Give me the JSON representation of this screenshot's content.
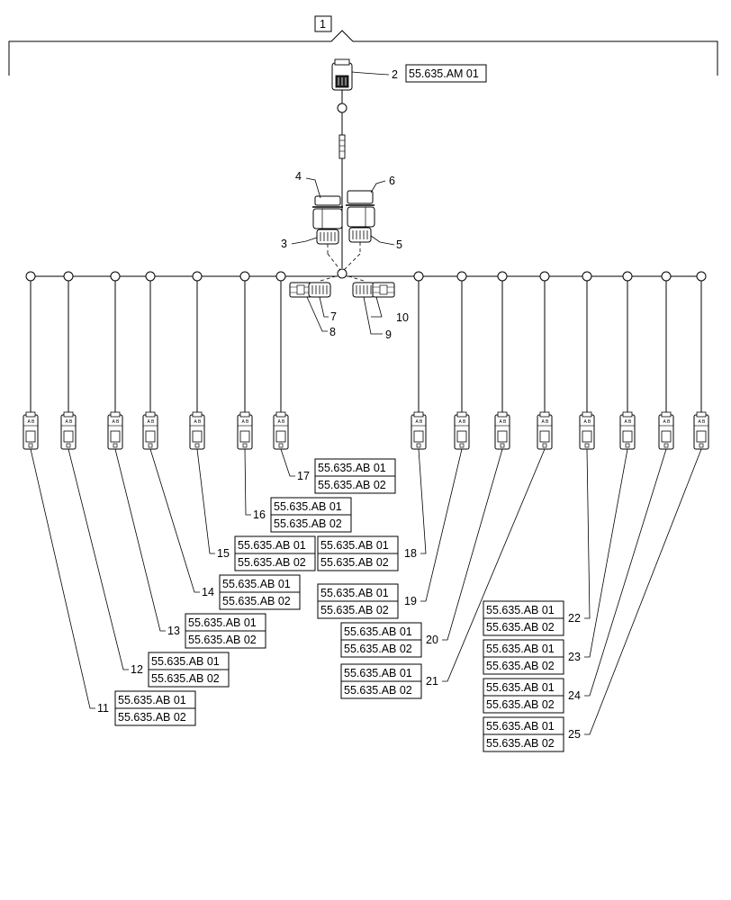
{
  "assembly": {
    "item": "1"
  },
  "main_connector": {
    "item": "2",
    "ref": "55.635.AM 01"
  },
  "connectors": [
    {
      "item": "3"
    },
    {
      "item": "4"
    },
    {
      "item": "5"
    },
    {
      "item": "6"
    },
    {
      "item": "7"
    },
    {
      "item": "8"
    },
    {
      "item": "9"
    },
    {
      "item": "10"
    }
  ],
  "branches": [
    {
      "item": "11",
      "refs": [
        "55.635.AB 01",
        "55.635.AB 02"
      ]
    },
    {
      "item": "12",
      "refs": [
        "55.635.AB 01",
        "55.635.AB 02"
      ]
    },
    {
      "item": "13",
      "refs": [
        "55.635.AB 01",
        "55.635.AB 02"
      ]
    },
    {
      "item": "14",
      "refs": [
        "55.635.AB 01",
        "55.635.AB 02"
      ]
    },
    {
      "item": "15",
      "refs": [
        "55.635.AB 01",
        "55.635.AB 02"
      ]
    },
    {
      "item": "16",
      "refs": [
        "55.635.AB 01",
        "55.635.AB 02"
      ]
    },
    {
      "item": "17",
      "refs": [
        "55.635.AB 01",
        "55.635.AB 02"
      ]
    },
    {
      "item": "18",
      "refs": [
        "55.635.AB 01",
        "55.635.AB 02"
      ]
    },
    {
      "item": "19",
      "refs": [
        "55.635.AB 01",
        "55.635.AB 02"
      ]
    },
    {
      "item": "20",
      "refs": [
        "55.635.AB 01",
        "55.635.AB 02"
      ]
    },
    {
      "item": "21",
      "refs": [
        "55.635.AB 01",
        "55.635.AB 02"
      ]
    },
    {
      "item": "22",
      "refs": [
        "55.635.AB 01",
        "55.635.AB 02"
      ]
    },
    {
      "item": "23",
      "refs": [
        "55.635.AB 01",
        "55.635.AB 02"
      ]
    },
    {
      "item": "24",
      "refs": [
        "55.635.AB 01",
        "55.635.AB 02"
      ]
    },
    {
      "item": "25",
      "refs": [
        "55.635.AB 01",
        "55.635.AB 02"
      ]
    }
  ]
}
